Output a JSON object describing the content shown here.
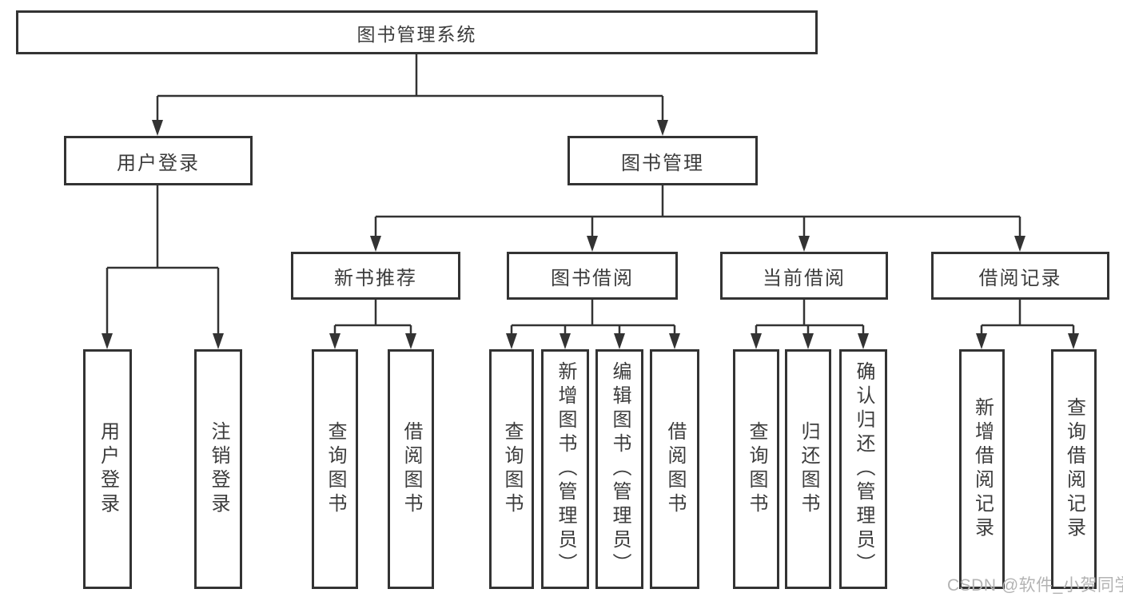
{
  "diagram": {
    "type": "functional-structure-tree",
    "root": "图书管理系统",
    "branches": [
      {
        "label": "用户登录",
        "leaves": [
          "用户登录",
          "注销登录"
        ]
      },
      {
        "label": "图书管理",
        "groups": [
          {
            "label": "新书推荐",
            "leaves": [
              "查询图书",
              "借阅图书"
            ]
          },
          {
            "label": "图书借阅",
            "leaves": [
              "查询图书",
              "新增图书（管理员）",
              "编辑图书（管理员）",
              "借阅图书"
            ]
          },
          {
            "label": "当前借阅",
            "leaves": [
              "查询图书",
              "归还图书",
              "确认归还（管理员）"
            ]
          },
          {
            "label": "借阅记录",
            "leaves": [
              "新增借阅记录",
              "查询借阅记录"
            ]
          }
        ]
      }
    ]
  },
  "watermark": {
    "text": "CSDN @软件_小贺同学"
  },
  "colors": {
    "line": "#333333",
    "box_border": "#333333",
    "box_fill": "#ffffff",
    "text": "#3c3c3c",
    "watermark": "#b3b3b3",
    "background": "#ffffff"
  }
}
